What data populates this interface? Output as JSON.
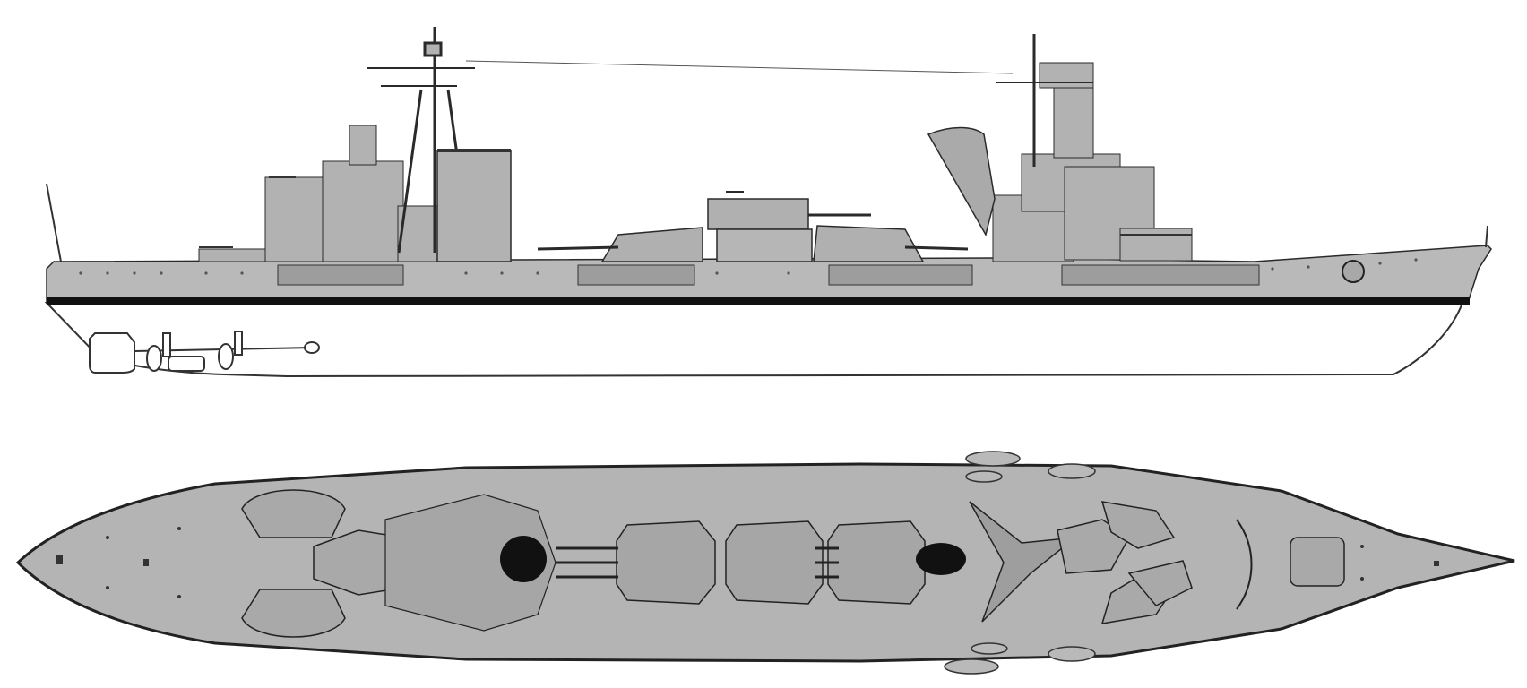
{
  "drawing": {
    "views": [
      {
        "id": "side-profile",
        "kind": "profile"
      },
      {
        "id": "top-plan",
        "kind": "plan"
      }
    ],
    "colors": {
      "background": "#ffffff",
      "hull_fill": "#b9b9b9",
      "deck_fill": "#b4b4b4",
      "superstructure_fill": "#b2b2b2",
      "line": "#2a2a2a",
      "boot_topping": "#111111",
      "underwater": "#ffffff"
    },
    "features": {
      "main_turrets_side": 3,
      "main_turrets_plan": 3,
      "secondary_mounts_plan": 8,
      "funnels": 1,
      "masts": 2,
      "boats_plan": 6,
      "propellers": 2
    }
  }
}
